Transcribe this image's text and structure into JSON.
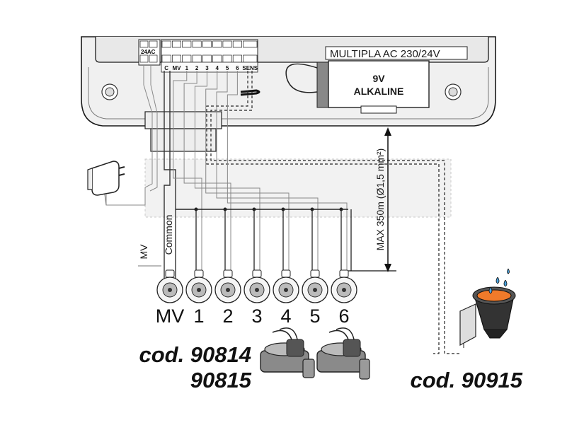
{
  "controller": {
    "model_label": "MULTIPLA AC 230/24V",
    "battery_line1": "9V",
    "battery_line2": "ALKALINE",
    "power_terminal_label": "24AC",
    "terminals": [
      "C",
      "MV",
      "1",
      "2",
      "3",
      "4",
      "5",
      "6",
      "SENS"
    ]
  },
  "wiring": {
    "max_length": "MAX 350m (Ø1,5 mm²)",
    "common_label": "Common",
    "mv_side_label": "MV"
  },
  "valves": [
    "MV",
    "1",
    "2",
    "3",
    "4",
    "5",
    "6"
  ],
  "codes": {
    "valve_code_line1": "cod. 90814",
    "valve_code_line2": "90815",
    "sensor_code": "cod. 90915"
  },
  "colors": {
    "controller_fill": "#f2f2f2",
    "outline": "#1a1a1a",
    "valve_orange": "#f07a2a",
    "shadow_box": "#e6e6e6"
  }
}
